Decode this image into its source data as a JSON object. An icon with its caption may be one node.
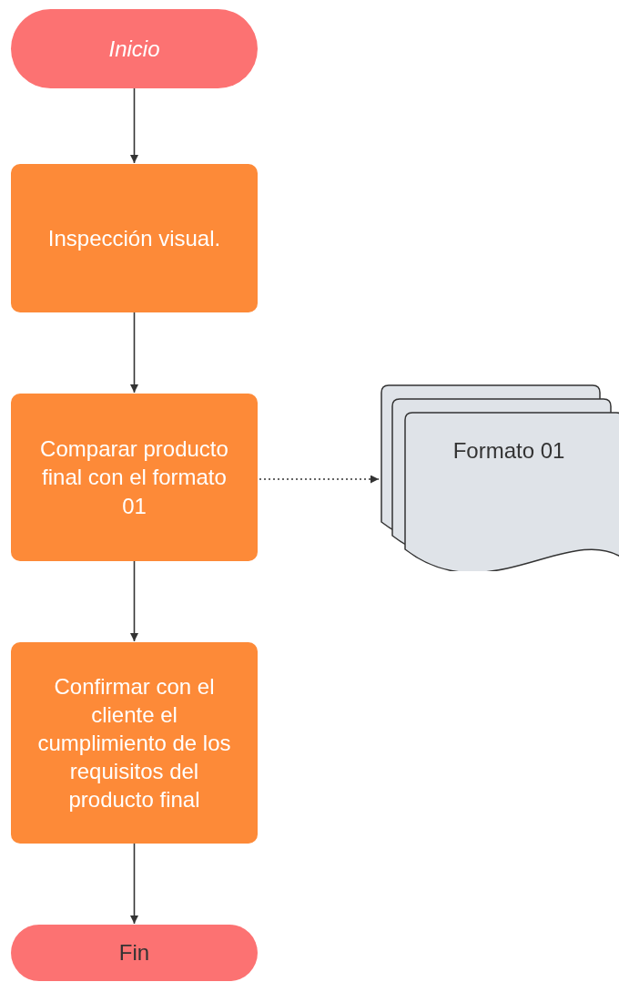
{
  "diagram": {
    "nodes": [
      {
        "text": [
          "Inicio"
        ]
      },
      {
        "text": [
          "Inspección visual."
        ]
      },
      {
        "text": [
          "Comparar producto final con el formato 01"
        ]
      },
      {
        "text": [
          "Formato 01"
        ]
      },
      {
        "text": [
          "Confirmar con el cliente el cumplimiento de los requisitos del producto final"
        ]
      },
      {
        "text": [
          "Fin"
        ]
      }
    ],
    "edges": [
      {
        "from": 0,
        "to": 1,
        "arrow": "to"
      },
      {
        "from": 1,
        "to": 2,
        "arrow": "to"
      },
      {
        "from": 2,
        "to": 3,
        "arrow": "to",
        "style": "dashed"
      },
      {
        "from": 2,
        "to": 4,
        "arrow": "to"
      },
      {
        "from": 4,
        "to": 5,
        "arrow": "to"
      }
    ]
  }
}
